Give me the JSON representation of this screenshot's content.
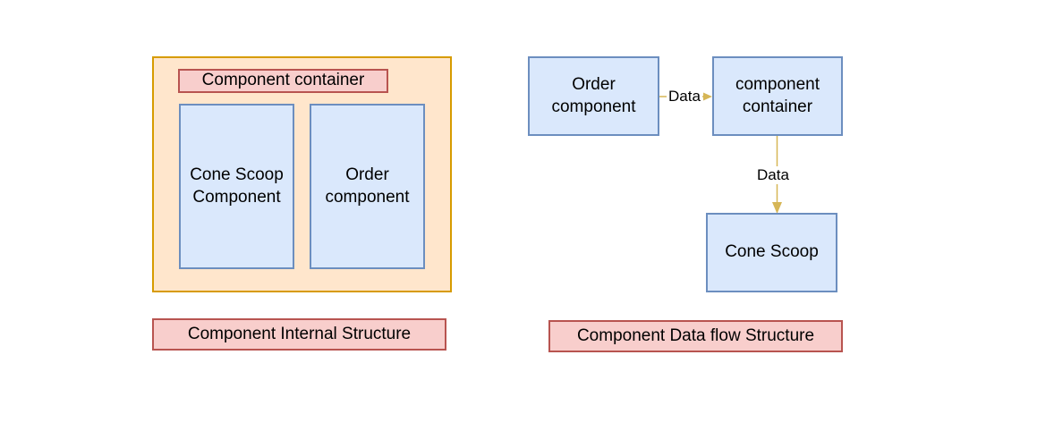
{
  "internal_structure": {
    "container_title": "Component container",
    "cone_scoop_component": "Cone Scoop\nComponent",
    "order_component": "Order\ncomponent",
    "caption": "Component Internal Structure"
  },
  "data_flow": {
    "order_component": "Order\ncomponent",
    "component_container": "component\ncontainer",
    "cone_scoop": "Cone Scoop",
    "edge_label_1": "Data",
    "edge_label_2": "Data",
    "caption": "Component Data flow Structure"
  },
  "colors": {
    "container_fill": "#ffe6cc",
    "container_stroke": "#d79b00",
    "component_fill": "#dae8fc",
    "component_stroke": "#6c8ebf",
    "label_fill": "#f8cecc",
    "label_stroke": "#b85450",
    "arrow": "#d6b656"
  }
}
